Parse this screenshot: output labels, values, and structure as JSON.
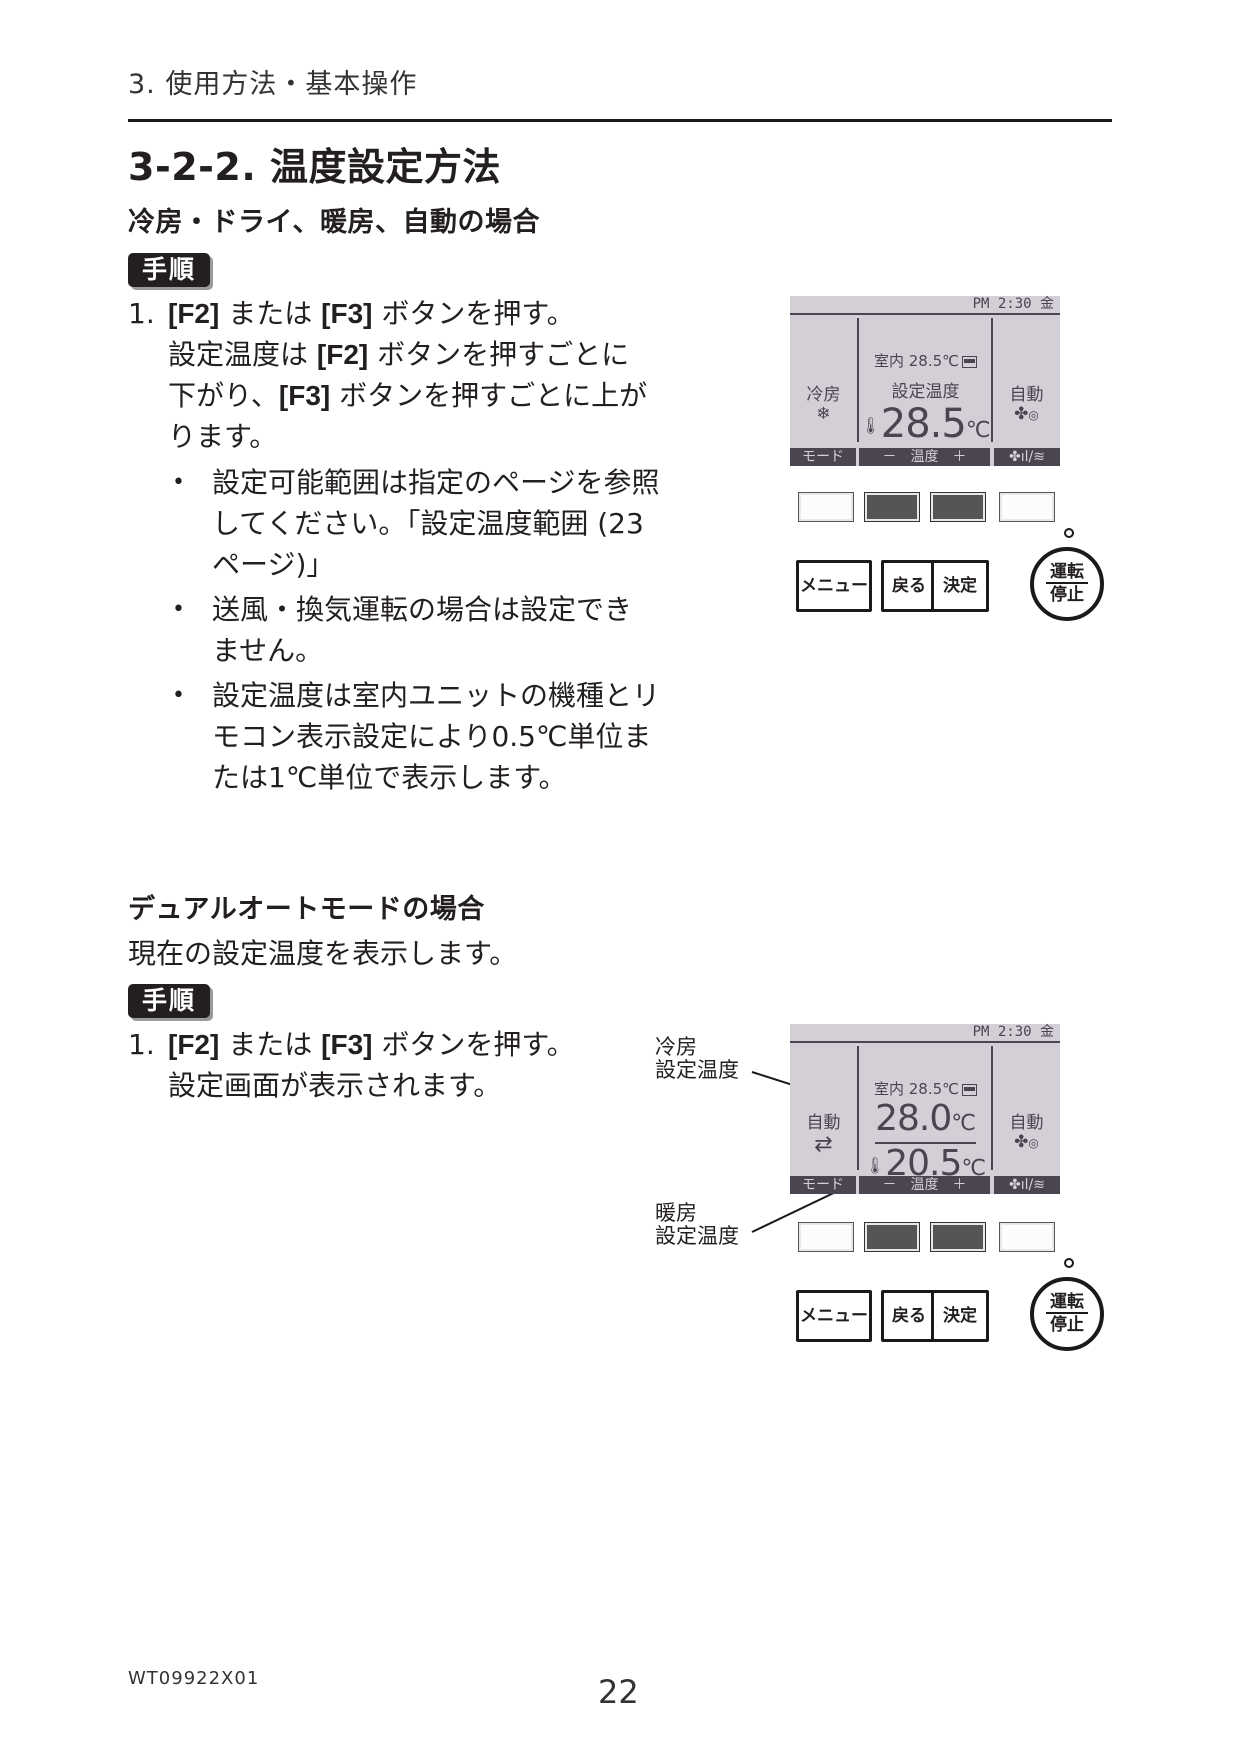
{
  "header": {
    "chapter": "3. 使用方法・基本操作",
    "section_title": "3-2-2. 温度設定方法"
  },
  "section1": {
    "heading": "冷房・ドライ、暖房、自動の場合",
    "badge": "手順",
    "step_number": "1.",
    "step_line1_pre": "[F2]",
    "step_line1_mid": " または ",
    "step_line1_key2": "[F3]",
    "step_line1_post": " ボタンを押す。",
    "step_desc_a": "設定温度は ",
    "step_desc_key1": "[F2]",
    "step_desc_b": " ボタンを押すごとに下がり、",
    "step_desc_key2": "[F3]",
    "step_desc_c": " ボタンを押すごとに上がります。",
    "bullets": [
      "設定可能範囲は指定のページを参照してください。「設定温度範囲 (23ページ)」",
      "送風・換気運転の場合は設定できません。",
      "設定温度は室内ユニットの機種とリモコン表示設定により0.5℃単位または1℃単位で表示します。"
    ]
  },
  "section2": {
    "heading": "デュアルオートモードの場合",
    "intro": "現在の設定温度を表示します。",
    "badge": "手順",
    "step_number": "1.",
    "step_line1_pre": "[F2]",
    "step_line1_mid": " または ",
    "step_line1_key2": "[F3]",
    "step_line1_post": " ボタンを押す。",
    "step_desc": "設定画面が表示されます。",
    "callout_cool": [
      "冷房",
      "設定温度"
    ],
    "callout_heat": [
      "暖房",
      "設定温度"
    ]
  },
  "remote1": {
    "clock": "PM 2:30 金",
    "left_mode": "冷房",
    "left_icon": "❄",
    "room": "室内 28.5℃",
    "set_label": "設定温度",
    "temp": "28.5",
    "unit": "℃",
    "right_mode": "自動",
    "bar_mode": "モード",
    "bar_temp": "－　温度　＋",
    "bar_fan": "✤ıl/≋"
  },
  "remote2": {
    "clock": "PM 2:30 金",
    "left_mode": "自動",
    "left_icon": "⇄",
    "room": "室内 28.5℃",
    "temp_cool": "28.0",
    "temp_heat": "20.5",
    "unit": "℃",
    "right_mode": "自動",
    "bar_mode": "モード",
    "bar_temp": "－　温度　＋",
    "bar_fan": "✤ıl/≋"
  },
  "buttons": {
    "menu": "メニュー",
    "back": "戻る",
    "enter": "決定",
    "power_top": "運転",
    "power_bottom": "停止"
  },
  "footer": {
    "code": "WT09922X01",
    "page": "22"
  }
}
